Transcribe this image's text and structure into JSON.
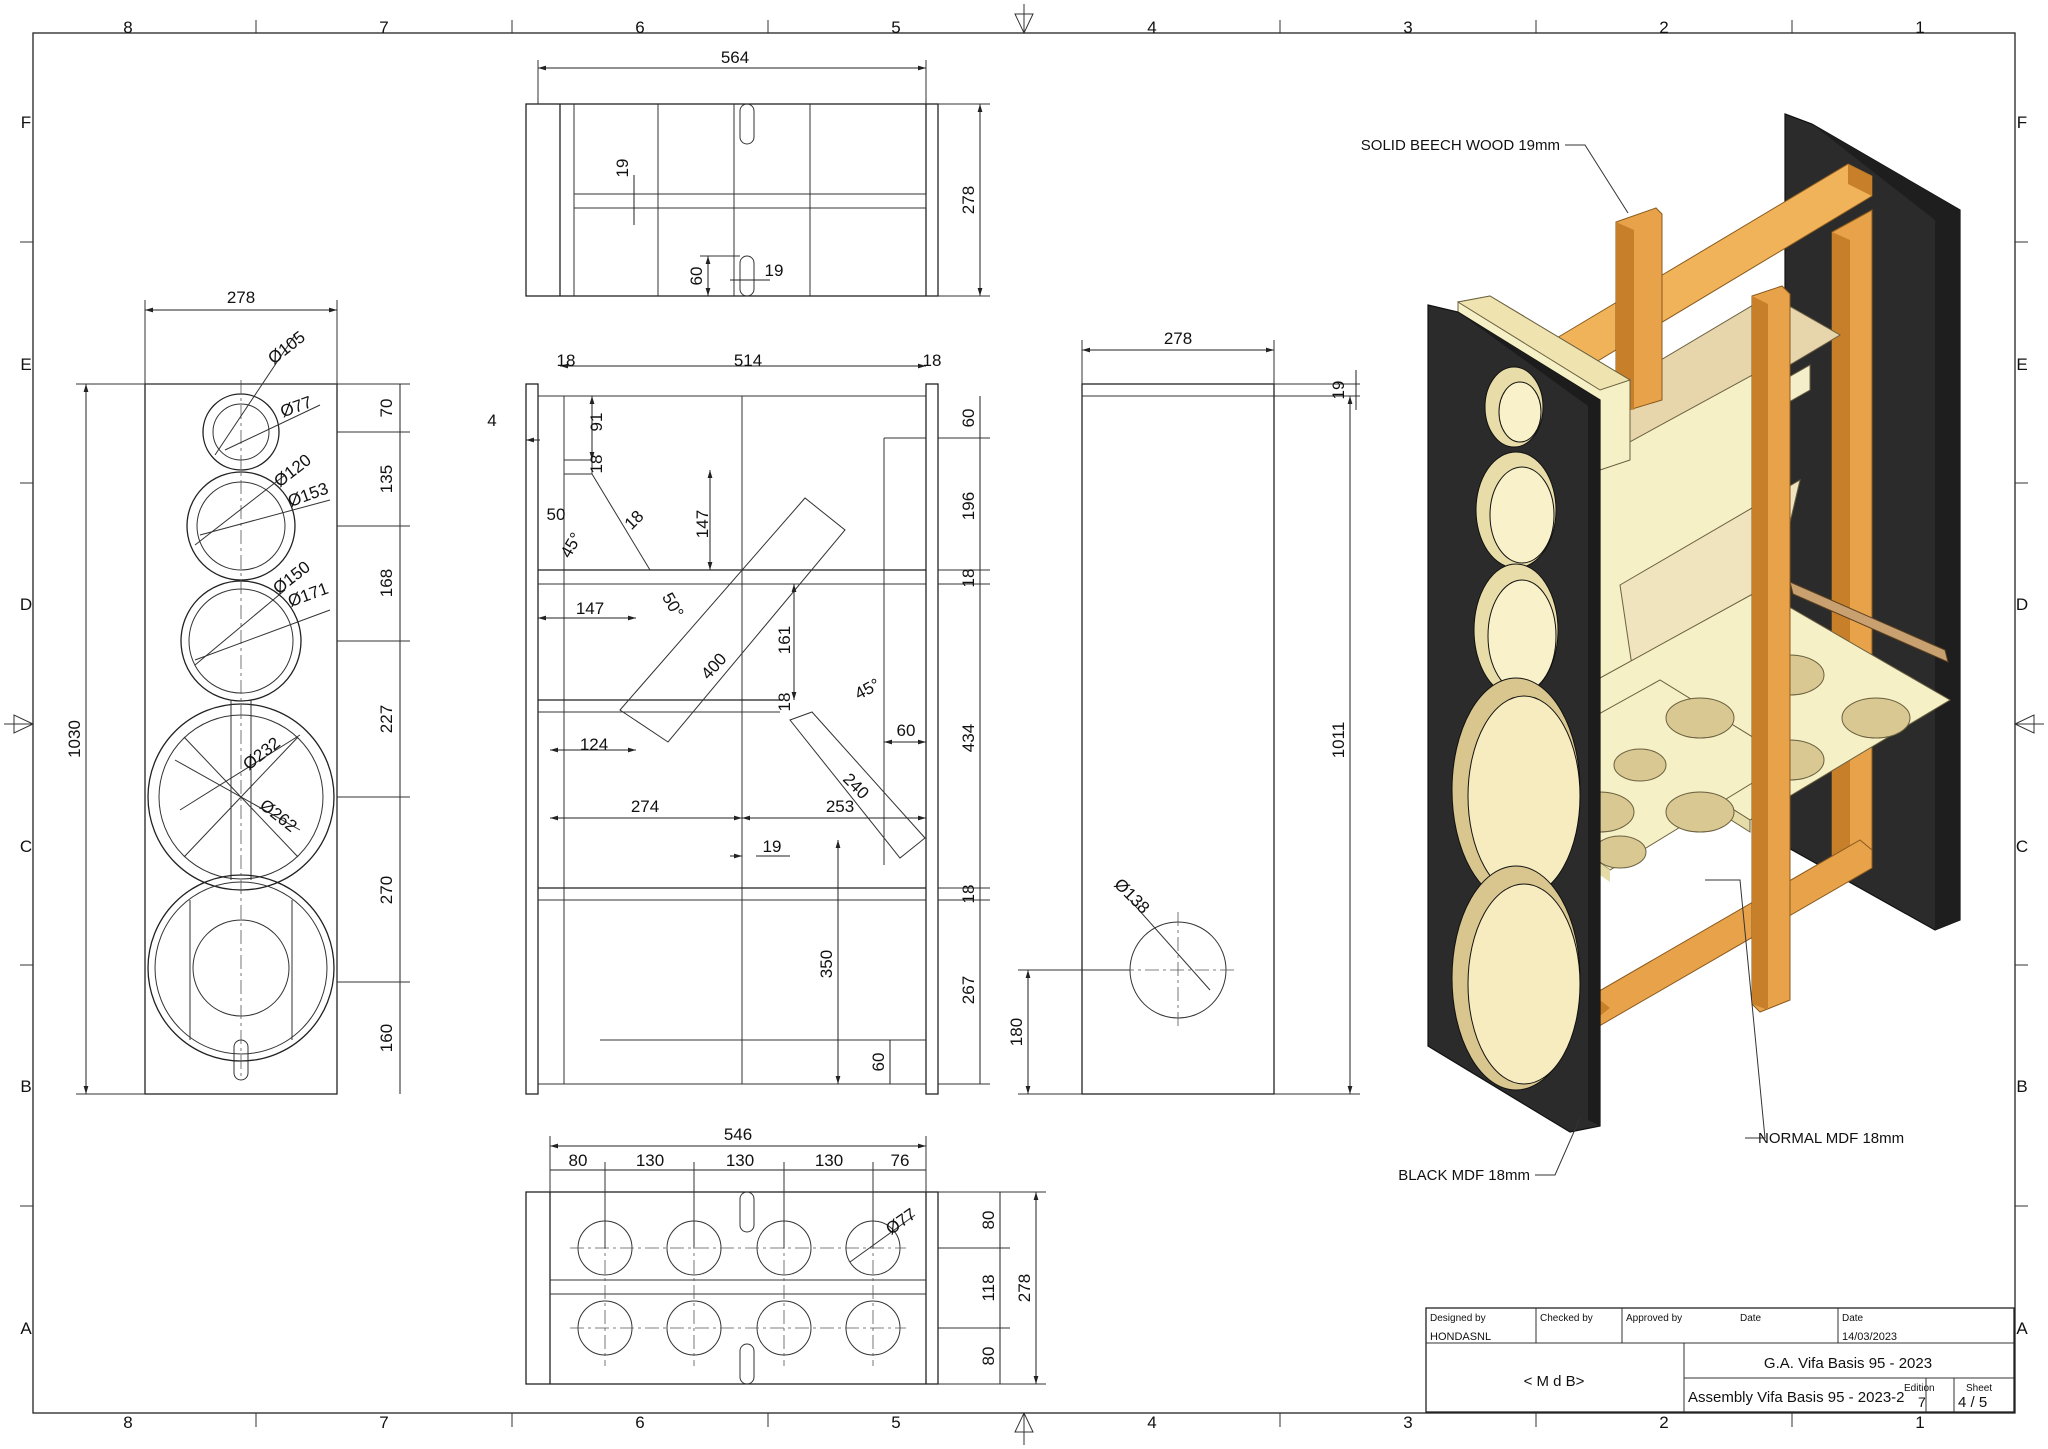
{
  "border": {
    "columns": [
      "8",
      "7",
      "6",
      "5",
      "4",
      "3",
      "2",
      "1"
    ],
    "rows": [
      "F",
      "E",
      "D",
      "C",
      "B",
      "A"
    ]
  },
  "front_view": {
    "width": "278",
    "height": "1030",
    "holes": [
      "Ø105",
      "Ø77",
      "Ø120",
      "Ø153",
      "Ø150",
      "Ø171",
      "Ø232",
      "Ø262"
    ],
    "segments": [
      "70",
      "135",
      "168",
      "227",
      "270",
      "160"
    ]
  },
  "top_view": {
    "width": "564",
    "depth": "278",
    "slot_a": "19",
    "slot_b": "60",
    "slot_c": "19"
  },
  "section_view": {
    "top": [
      "18",
      "514",
      "18"
    ],
    "left_offset": "4",
    "right_dims": [
      "60",
      "196",
      "18",
      "434",
      "18",
      "267"
    ],
    "labels": [
      "91",
      "18",
      "147",
      "50",
      "45°",
      "18",
      "50°",
      "147",
      "400",
      "161",
      "18",
      "124",
      "45°",
      "60",
      "240",
      "274",
      "253",
      "19",
      "350",
      "60"
    ]
  },
  "side_view": {
    "width": "278",
    "top_panel": "19",
    "height": "1011",
    "port_diameter": "Ø138",
    "port_height": "180"
  },
  "bottom_view": {
    "total": "546",
    "spacing": [
      "80",
      "130",
      "130",
      "130",
      "76"
    ],
    "hole": "Ø77",
    "right_dims": [
      "80",
      "118",
      "80"
    ],
    "depth": "278"
  },
  "callouts": {
    "beech": "SOLID BEECH WOOD 19mm",
    "normal": "NORMAL MDF 18mm",
    "black": "BLACK MDF 18mm"
  },
  "title_block": {
    "designed_by_label": "Designed by",
    "designed_by": "HONDASNL",
    "checked_by_label": "Checked by",
    "approved_by_label": "Approved by",
    "date_label_1": "Date",
    "date_label_2": "Date",
    "date": "14/03/2023",
    "company": "< M d B>",
    "title": "G.A. Vifa Basis 95 - 2023",
    "subtitle": "Assembly Vifa Basis 95 - 2023-2",
    "edition_label": "Edition",
    "edition": "7",
    "sheet_label": "Sheet",
    "sheet": "4 / 5"
  },
  "colors": {
    "black_mdf": "#2b2b2b",
    "normal_mdf": "#f6f0c6",
    "beech": "#e8a34a",
    "beech_dark": "#c77f2a"
  }
}
